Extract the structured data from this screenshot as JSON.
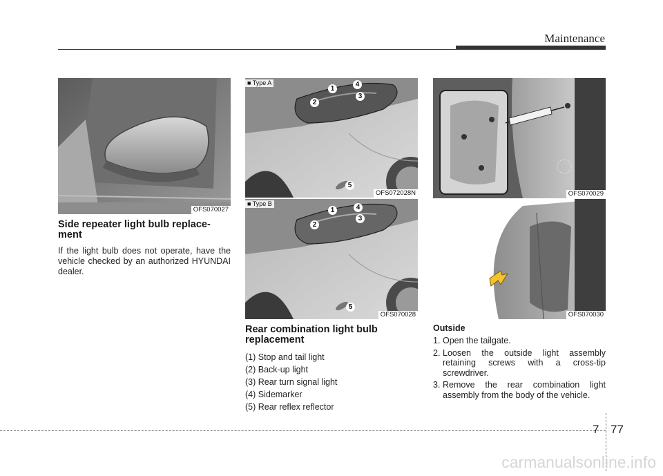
{
  "header": {
    "section_title": "Maintenance"
  },
  "figures": {
    "mirror": {
      "code": "OFS070027"
    },
    "type_a": {
      "type_label": "■ Type A",
      "code": "OFS072028N",
      "callouts": [
        "1",
        "2",
        "3",
        "4",
        "5"
      ]
    },
    "type_b": {
      "type_label": "■ Type B",
      "code": "OFS070028",
      "callouts": [
        "1",
        "2",
        "3",
        "4",
        "5"
      ]
    },
    "screws": {
      "code": "OFS070029"
    },
    "body": {
      "code": "OFS070030"
    }
  },
  "side_repeater": {
    "heading": "Side repeater light bulb replace-ment",
    "body": "If the light bulb does not operate, have the vehicle checked by an authorized HYUNDAI dealer."
  },
  "rear_combination": {
    "heading": "Rear combination light bulb replacement",
    "items": [
      "(1) Stop and tail light",
      "(2) Back-up light",
      "(3) Rear turn signal light",
      "(4) Sidemarker",
      "(5) Rear reflex reflector"
    ]
  },
  "outside": {
    "heading": "Outside",
    "steps": [
      {
        "n": "1.",
        "text": "Open the tailgate."
      },
      {
        "n": "2.",
        "text": "Loosen the outside light assembly retaining screws with a cross-tip screwdriver."
      },
      {
        "n": "3.",
        "text": "Remove the rear combination light assembly from the body of the vehicle."
      }
    ]
  },
  "footer": {
    "chapter": "7",
    "page": "77",
    "watermark": "carmanualsonline.info"
  }
}
